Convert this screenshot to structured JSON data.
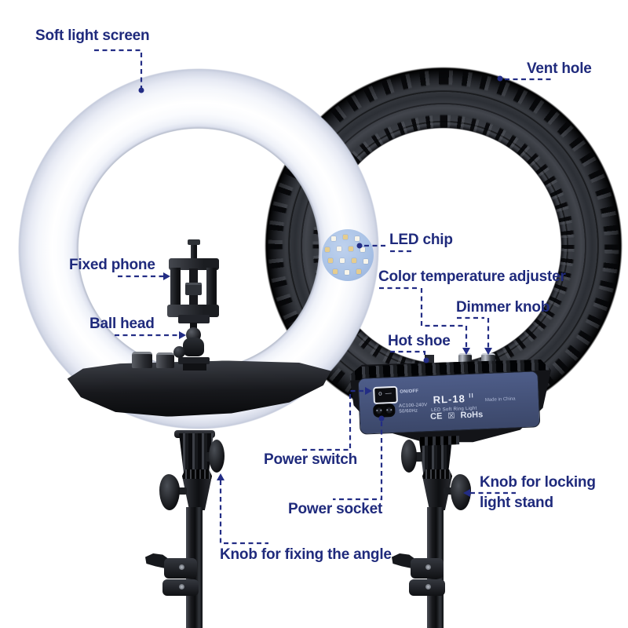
{
  "colors": {
    "label_text": "#1f2a7c",
    "leader_line": "#232d85",
    "panel_bg": "#46537d",
    "ring_white": "#f4f6fb",
    "ring_black": "#2c2f35",
    "led_panel_bg": "#a9c2e6",
    "led_cool": "#f8f5ea",
    "led_warm": "#e5cc8e",
    "background": "#ffffff"
  },
  "annotations": {
    "soft_light_screen": "Soft light screen",
    "vent_hole": "Vent hole",
    "led_chip": "LED chip",
    "fixed_phone": "Fixed phone",
    "color_temperature_adjuster": "Color temperature adjuster",
    "dimmer_knob": "Dimmer knob",
    "ball_head": "Ball head",
    "hot_shoe": "Hot shoe",
    "power_switch": "Power switch",
    "power_socket": "Power socket",
    "knob_locking_line1": "Knob for locking",
    "knob_locking_line2": "light stand",
    "knob_fixing_angle": "Knob for fixing the angle"
  },
  "panel": {
    "switch_label": "ON/OFF",
    "switch_marks": "o —",
    "power_rating_line1": "AC100-240V",
    "power_rating_line2": "50/60Hz",
    "model": "RL-18",
    "model_suffix": "II",
    "product_name": "LED Soft Ring Light",
    "origin": "Made in China",
    "cert_ce": "CE",
    "weee_glyph": "☒",
    "cert_rohs": "RoHs"
  }
}
